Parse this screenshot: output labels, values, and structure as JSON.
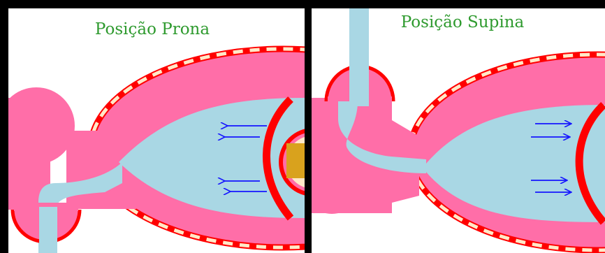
{
  "panels": [
    {
      "title": "Posição Prona"
    },
    {
      "title": "Posição Supina"
    }
  ],
  "colors": {
    "body": "#ff6ea8",
    "fluid": "#a9d7e4",
    "membrane": "#ff0000",
    "dashes": "#ffe9c8",
    "yolk": "#d9a21d",
    "arrow": "#1515ff",
    "divider": "#000000",
    "title": "#2e9a2e"
  },
  "arrows": {
    "prona_direction": "left",
    "supina_direction": "right"
  }
}
